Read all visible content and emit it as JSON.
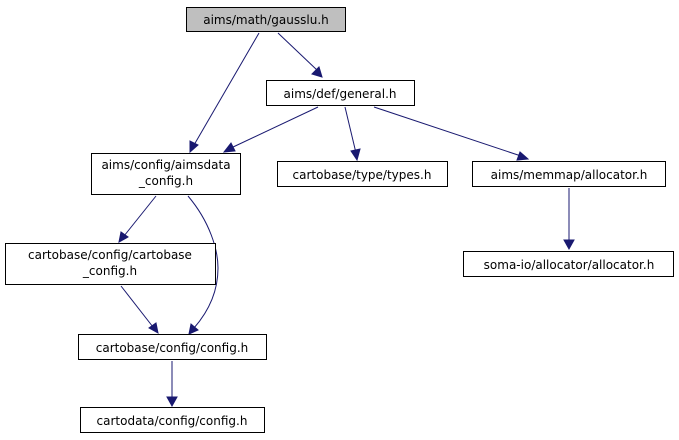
{
  "graph": {
    "nodes": {
      "gausslu": {
        "lines": [
          "aims/math/gausslu.h"
        ],
        "fill": "#bfbfbf"
      },
      "general": {
        "lines": [
          "aims/def/general.h"
        ],
        "fill": "#ffffff"
      },
      "aimsdata": {
        "lines": [
          "aims/config/aimsdata",
          "_config.h"
        ],
        "fill": "#ffffff"
      },
      "types": {
        "lines": [
          "cartobase/type/types.h"
        ],
        "fill": "#ffffff"
      },
      "allocator": {
        "lines": [
          "aims/memmap/allocator.h"
        ],
        "fill": "#ffffff"
      },
      "cbconfig": {
        "lines": [
          "cartobase/config/cartobase",
          "_config.h"
        ],
        "fill": "#ffffff"
      },
      "somaalloc": {
        "lines": [
          "soma-io/allocator/allocator.h"
        ],
        "fill": "#ffffff"
      },
      "cfg": {
        "lines": [
          "cartobase/config/config.h"
        ],
        "fill": "#ffffff"
      },
      "cdcfg": {
        "lines": [
          "cartodata/config/config.h"
        ],
        "fill": "#ffffff"
      }
    },
    "edges": [
      {
        "from": "gausslu",
        "to": "general"
      },
      {
        "from": "gausslu",
        "to": "aimsdata"
      },
      {
        "from": "general",
        "to": "aimsdata"
      },
      {
        "from": "general",
        "to": "types"
      },
      {
        "from": "general",
        "to": "allocator"
      },
      {
        "from": "aimsdata",
        "to": "cbconfig"
      },
      {
        "from": "aimsdata",
        "to": "cfg"
      },
      {
        "from": "cbconfig",
        "to": "cfg"
      },
      {
        "from": "allocator",
        "to": "somaalloc"
      },
      {
        "from": "cfg",
        "to": "cdcfg"
      }
    ],
    "colors": {
      "edge": "#191970",
      "border": "#000000",
      "text": "#000000"
    }
  }
}
